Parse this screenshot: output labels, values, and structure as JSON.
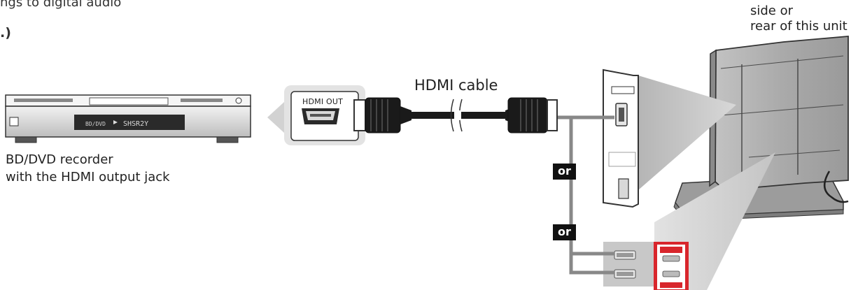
{
  "top_fragment": "ngs to digital audio",
  "step_fragment": ".)",
  "side_label": {
    "line1": "side or",
    "line2": "rear of this unit"
  },
  "cable_label": "HDMI cable",
  "recorder_label": {
    "line1": "BD/DVD recorder",
    "line2": "with the HDMI output jack"
  },
  "recorder_display": "SHSR2Y",
  "hdmi_out_label": "HDMI OUT",
  "or_label_1": "or",
  "or_label_2": "or",
  "colors": {
    "outline": "#333333",
    "panel_gray": "#c8c8c8",
    "port_red": "#d8262c",
    "or_badge": "#111111",
    "cable": "#1a1a1a"
  }
}
